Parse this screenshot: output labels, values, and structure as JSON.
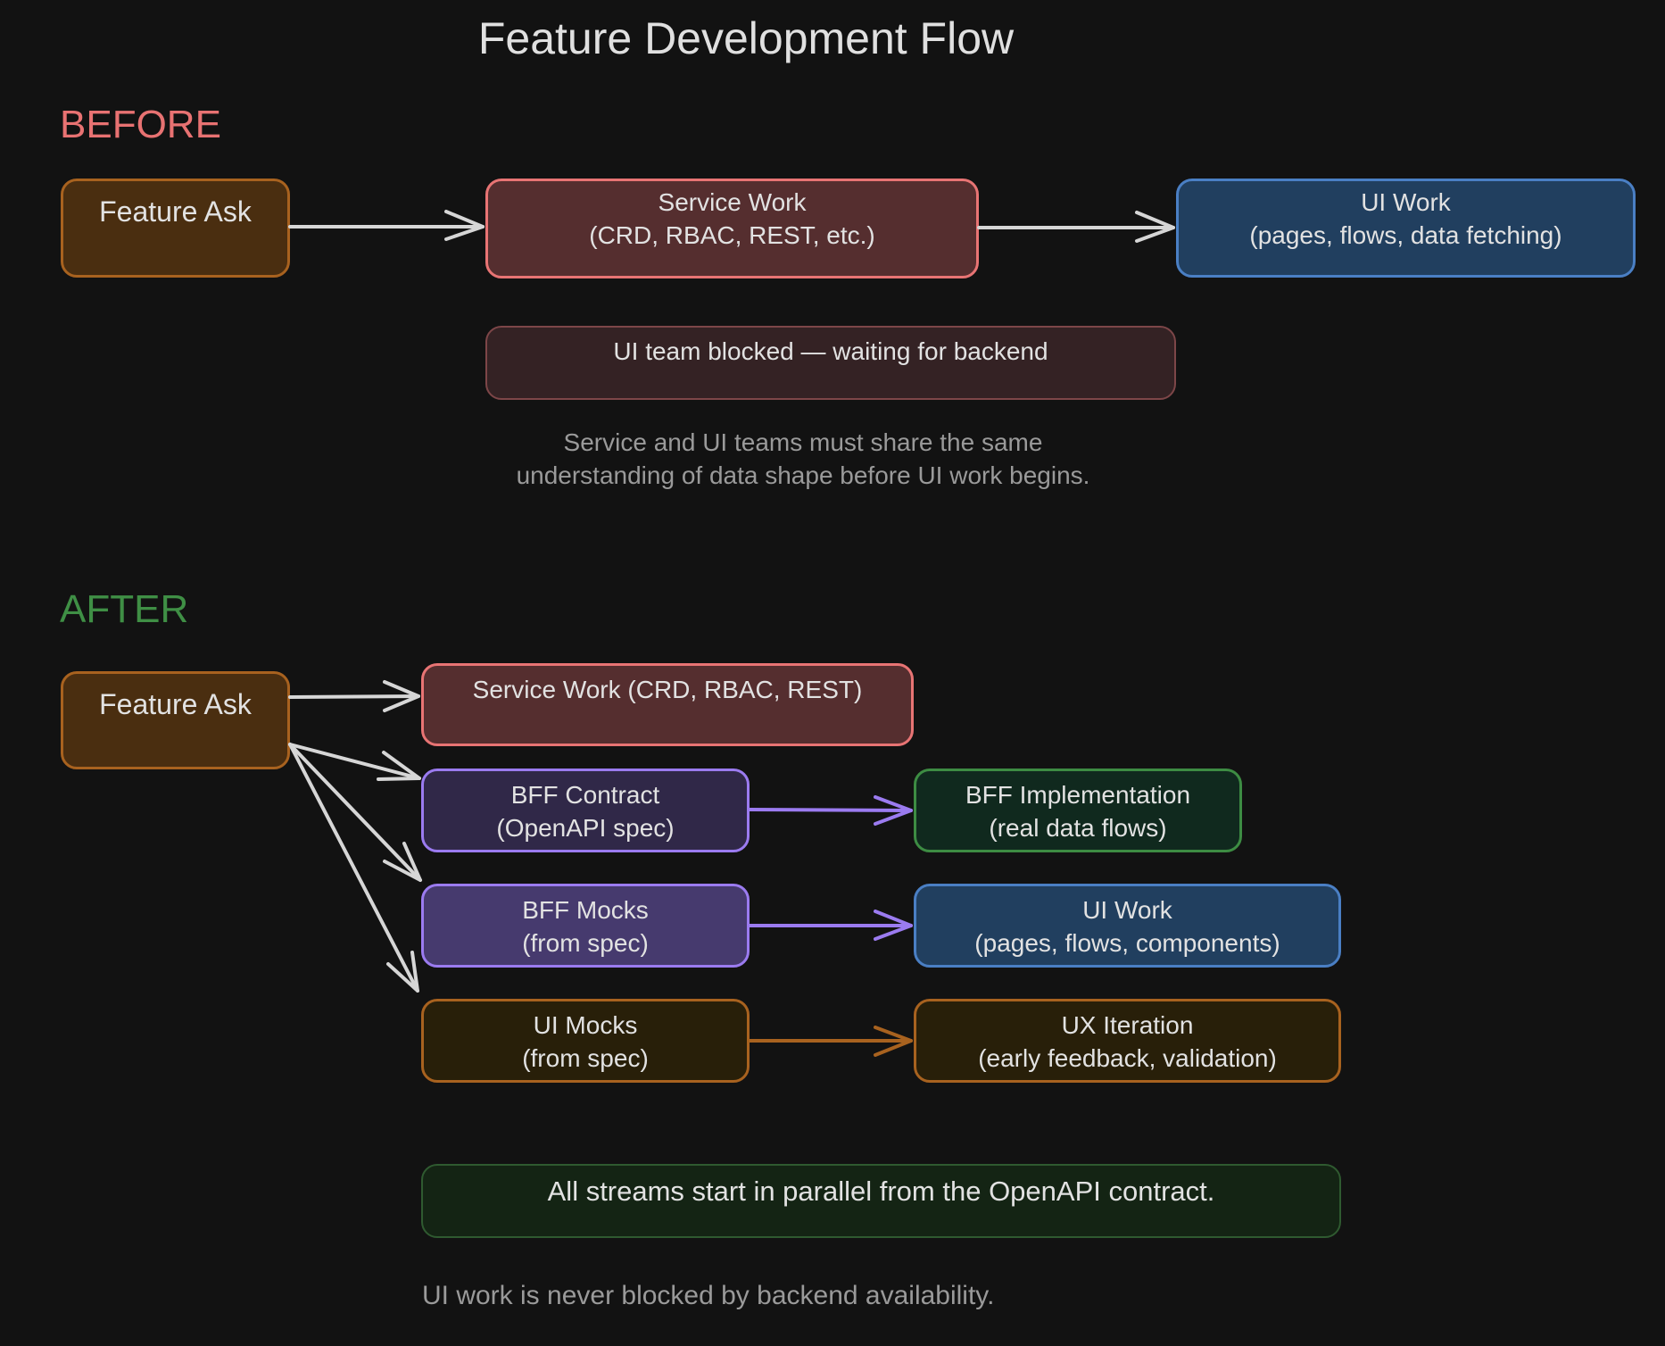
{
  "title": "Feature Development Flow",
  "before": {
    "label": "BEFORE",
    "label_color": "#e87272",
    "nodes": {
      "feature_ask": {
        "lines": [
          "Feature Ask"
        ]
      },
      "service_work": {
        "lines": [
          "Service Work",
          "(CRD, RBAC, REST, etc.)"
        ]
      },
      "ui_work": {
        "lines": [
          "UI Work",
          "(pages, flows, data fetching)"
        ]
      }
    },
    "blocked_banner": "UI team blocked — waiting for backend",
    "note_lines": [
      "Service and UI teams must share the same",
      "understanding of data shape before UI work begins."
    ]
  },
  "after": {
    "label": "AFTER",
    "label_color": "#3f8f45",
    "nodes": {
      "feature_ask": {
        "lines": [
          "Feature Ask"
        ]
      },
      "service_work": {
        "lines": [
          "Service Work (CRD, RBAC, REST)"
        ]
      },
      "bff_contract": {
        "lines": [
          "BFF Contract",
          "(OpenAPI spec)"
        ]
      },
      "bff_implementation": {
        "lines": [
          "BFF Implementation",
          "(real data flows)"
        ]
      },
      "bff_mocks": {
        "lines": [
          "BFF Mocks",
          "(from spec)"
        ]
      },
      "ui_work": {
        "lines": [
          "UI Work",
          "(pages, flows, components)"
        ]
      },
      "ui_mocks": {
        "lines": [
          "UI Mocks",
          "(from spec)"
        ]
      },
      "ux_iteration": {
        "lines": [
          "UX Iteration",
          "(early feedback, validation)"
        ]
      }
    },
    "summary_banner": "All streams start in parallel from the OpenAPI contract.",
    "footer_note": "UI work is never blocked by backend availability."
  },
  "colors": {
    "background": "#121212",
    "orange": {
      "fill": "#4a2e10",
      "stroke": "#a8621f"
    },
    "red": {
      "fill": "#552e2f",
      "stroke": "#e87474"
    },
    "blue": {
      "fill": "#213f5f",
      "stroke": "#4a7fc4"
    },
    "purple_dark": {
      "fill": "#302848",
      "stroke": "#9b7bf0"
    },
    "purple": {
      "fill": "#463a6e",
      "stroke": "#9b7bf0"
    },
    "green": {
      "fill": "#10291e",
      "stroke": "#3d8c43"
    },
    "brown": {
      "fill": "#281f09",
      "stroke": "#a8621f"
    },
    "blocked": {
      "fill": "#342224",
      "stroke": "#7d4648"
    },
    "summary": {
      "fill": "#142414",
      "stroke": "#2f5a30"
    },
    "arrow_default": "#d6d6d6",
    "arrow_purple": "#9b7bf0",
    "arrow_orange": "#a8621f"
  }
}
